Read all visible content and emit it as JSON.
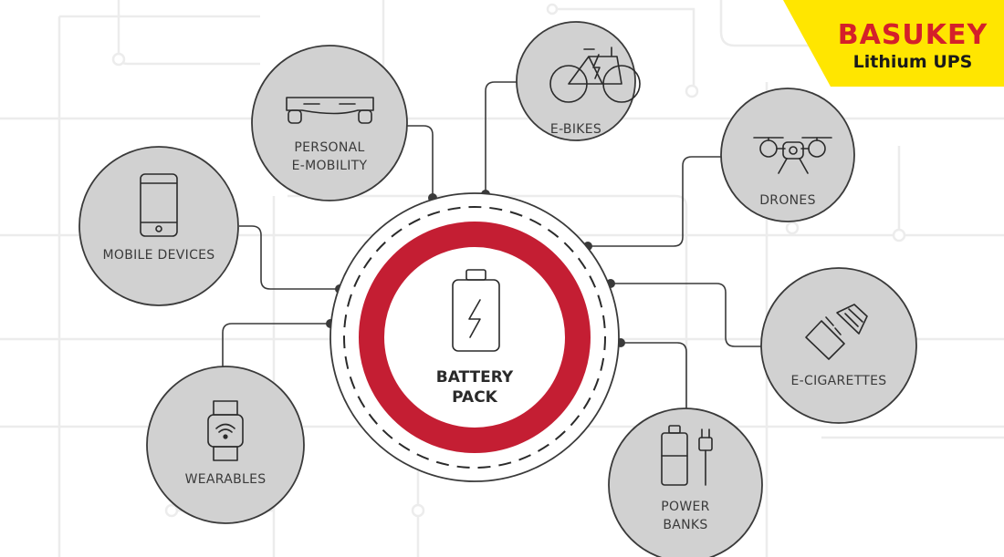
{
  "brand": {
    "name": "BASUKEY",
    "tagline": "Lithium UPS",
    "colors": {
      "badge": "#ffe600",
      "name": "#d4202a",
      "tagline": "#1a1a1a"
    }
  },
  "hub": {
    "label_line1": "BATTERY",
    "label_line2": "PACK",
    "icon": "battery-charging-icon",
    "colors": {
      "ring": "#c41e33",
      "outline": "#3a3a3a"
    }
  },
  "nodes": [
    {
      "id": "e-bikes",
      "lines": [
        "E-BIKES"
      ],
      "icon": "e-bike-icon"
    },
    {
      "id": "personal-e-mobility",
      "lines": [
        "PERSONAL",
        "E-MOBILITY"
      ],
      "icon": "hoverboard-icon"
    },
    {
      "id": "drones",
      "lines": [
        "DRONES"
      ],
      "icon": "drone-icon"
    },
    {
      "id": "mobile-devices",
      "lines": [
        "MOBILE DEVICES"
      ],
      "icon": "smartphone-icon"
    },
    {
      "id": "e-cigarettes",
      "lines": [
        "E-CIGARETTES"
      ],
      "icon": "e-cigarette-icon"
    },
    {
      "id": "wearables",
      "lines": [
        "WEARABLES"
      ],
      "icon": "smartwatch-icon"
    },
    {
      "id": "power-banks",
      "lines": [
        "POWER",
        "BANKS"
      ],
      "icon": "power-bank-icon"
    }
  ],
  "colors": {
    "node_fill": "#d1d1d1",
    "node_stroke": "#3a3a3a",
    "background_circuit": "#ececec",
    "connector": "#3a3a3a"
  }
}
